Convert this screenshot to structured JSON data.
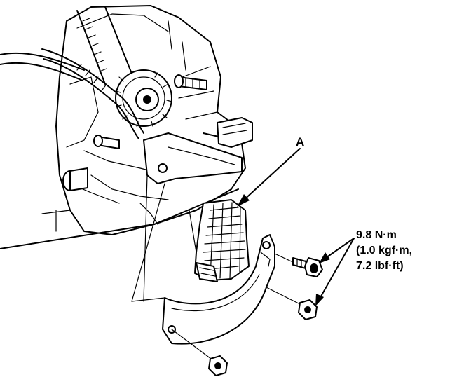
{
  "callout": {
    "part_label": "A"
  },
  "torque_spec": {
    "line1": "9.8 N·m",
    "line2": "(1.0 kgf·m,",
    "line3": "7.2 lbf·ft)"
  }
}
